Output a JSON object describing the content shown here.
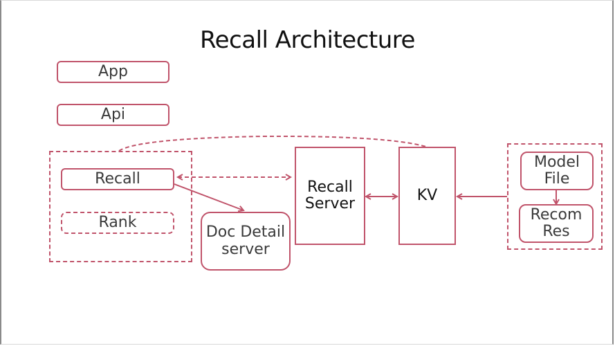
{
  "title": "Recall Architecture",
  "accent_color": "#c0536a",
  "nodes": {
    "app": "App",
    "api": "Api",
    "recall": "Recall",
    "rank": "Rank",
    "doc_detail_server": "Doc Detail server",
    "recall_server": "Recall Server",
    "kv": "KV",
    "model_file": "Model File",
    "recom_res": "Recom Res"
  },
  "edges": [
    {
      "from": "recall",
      "to": "recall_server",
      "style": "dashed",
      "direction": "both"
    },
    {
      "from": "recall",
      "to": "doc_detail_server",
      "style": "solid",
      "direction": "forward"
    },
    {
      "from": "recall_server",
      "to": "kv",
      "style": "solid",
      "direction": "both"
    },
    {
      "from": "model_group",
      "to": "kv",
      "style": "solid",
      "direction": "forward"
    },
    {
      "from": "model_file",
      "to": "recom_res",
      "style": "solid",
      "direction": "forward"
    },
    {
      "from": "recall_group",
      "to": "kv",
      "style": "dashed-curve",
      "direction": "none"
    }
  ]
}
